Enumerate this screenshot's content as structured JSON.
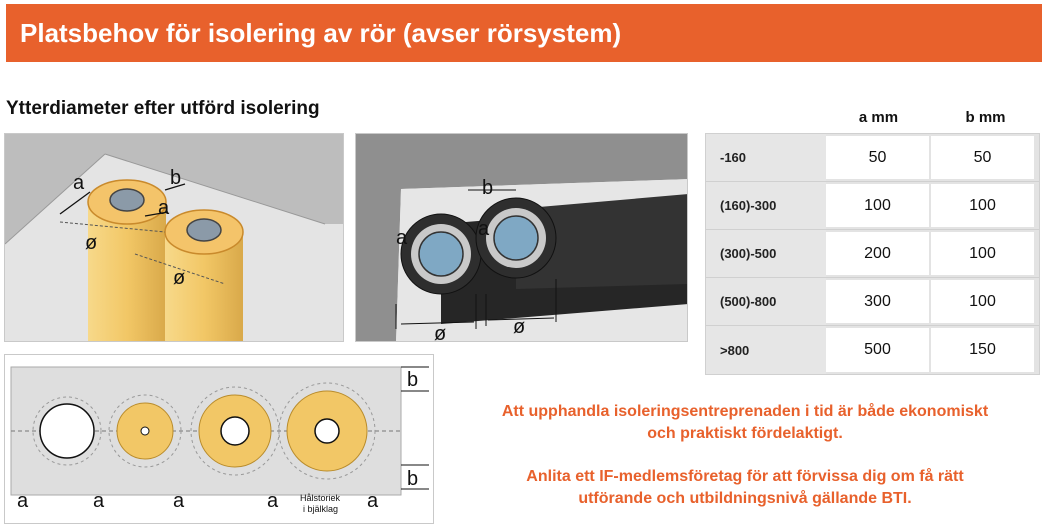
{
  "header": {
    "title": "Platsbehov för isolering av rör (avser rörsystem)"
  },
  "subtitle": "Ytterdiameter efter utförd isolering",
  "figure_labels": {
    "a": "a",
    "b": "b",
    "diameter": "ø",
    "halstoriek_line1": "Hålstoriek",
    "halstoriek_line2": "i bjälklag"
  },
  "table": {
    "col_a": "a mm",
    "col_b": "b mm",
    "rows": [
      {
        "range": "-160",
        "a": "50",
        "b": "50"
      },
      {
        "range": "(160)-300",
        "a": "100",
        "b": "100"
      },
      {
        "range": "(300)-500",
        "a": "200",
        "b": "100"
      },
      {
        "range": "(500)-800",
        "a": "300",
        "b": "100"
      },
      {
        "range": ">800",
        "a": "500",
        "b": "150"
      }
    ]
  },
  "notes": {
    "line1": "Att upphandla isoleringsentreprenaden i tid är både ekonomiskt",
    "line2": "och praktiskt fördelaktigt.",
    "line3": "Anlita ett IF-medlemsföretag för att förvissa dig om få rätt",
    "line4": "utförande och utbildningsnivå gällande BTI."
  },
  "colors": {
    "accent": "#e8612c",
    "insulation": "#f2c766",
    "pipe_black": "#2b2b2b"
  }
}
